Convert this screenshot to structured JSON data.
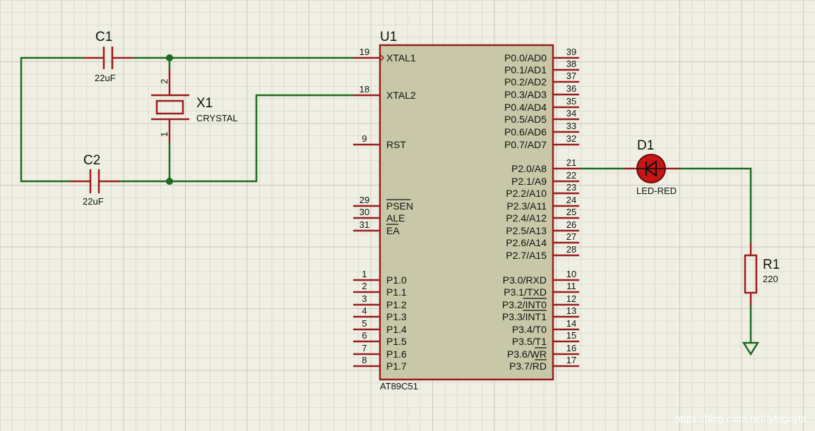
{
  "colors": {
    "background": "#efefe3",
    "grid_minor": "#dcdcd0",
    "grid_major": "#c9c9bd",
    "wire": "#1c6b1c",
    "component": "#9a1c1c",
    "chip_fill": "#c8c8a8",
    "led_fill": "#c81414"
  },
  "components": {
    "u1": {
      "ref": "U1",
      "part": "AT89C51"
    },
    "c1": {
      "ref": "C1",
      "value": "22uF"
    },
    "c2": {
      "ref": "C2",
      "value": "22uF"
    },
    "x1": {
      "ref": "X1",
      "value": "CRYSTAL",
      "pin_top": "2",
      "pin_bottom": "1"
    },
    "d1": {
      "ref": "D1",
      "value": "LED-RED"
    },
    "r1": {
      "ref": "R1",
      "value": "220"
    }
  },
  "u1_pins": {
    "left": [
      {
        "num": "19",
        "name": "XTAL1"
      },
      {
        "num": "18",
        "name": "XTAL2"
      },
      {
        "num": "9",
        "name": "RST"
      },
      {
        "num": "29",
        "name": "PSEN"
      },
      {
        "num": "30",
        "name": "ALE"
      },
      {
        "num": "31",
        "name": "EA"
      },
      {
        "num": "1",
        "name": "P1.0"
      },
      {
        "num": "2",
        "name": "P1.1"
      },
      {
        "num": "3",
        "name": "P1.2"
      },
      {
        "num": "4",
        "name": "P1.3"
      },
      {
        "num": "5",
        "name": "P1.4"
      },
      {
        "num": "6",
        "name": "P1.5"
      },
      {
        "num": "7",
        "name": "P1.6"
      },
      {
        "num": "8",
        "name": "P1.7"
      }
    ],
    "right": [
      {
        "num": "39",
        "name": "P0.0/AD0"
      },
      {
        "num": "38",
        "name": "P0.1/AD1"
      },
      {
        "num": "37",
        "name": "P0.2/AD2"
      },
      {
        "num": "36",
        "name": "P0.3/AD3"
      },
      {
        "num": "35",
        "name": "P0.4/AD4"
      },
      {
        "num": "34",
        "name": "P0.5/AD5"
      },
      {
        "num": "33",
        "name": "P0.6/AD6"
      },
      {
        "num": "32",
        "name": "P0.7/AD7"
      },
      {
        "num": "21",
        "name": "P2.0/A8"
      },
      {
        "num": "22",
        "name": "P2.1/A9"
      },
      {
        "num": "23",
        "name": "P2.2/A10"
      },
      {
        "num": "24",
        "name": "P2.3/A11"
      },
      {
        "num": "25",
        "name": "P2.4/A12"
      },
      {
        "num": "26",
        "name": "P2.5/A13"
      },
      {
        "num": "27",
        "name": "P2.6/A14"
      },
      {
        "num": "28",
        "name": "P2.7/A15"
      },
      {
        "num": "10",
        "name": "P3.0/RXD"
      },
      {
        "num": "11",
        "name": "P3.1/TXD"
      },
      {
        "num": "12",
        "name": "P3.2/INT0"
      },
      {
        "num": "13",
        "name": "P3.3/INT1"
      },
      {
        "num": "14",
        "name": "P3.4/T0"
      },
      {
        "num": "15",
        "name": "P3.5/T1"
      },
      {
        "num": "16",
        "name": "P3.6/WR"
      },
      {
        "num": "17",
        "name": "P3.7/RD"
      }
    ]
  },
  "watermark": "https://blog.csdn.net/fyfugoyfa"
}
